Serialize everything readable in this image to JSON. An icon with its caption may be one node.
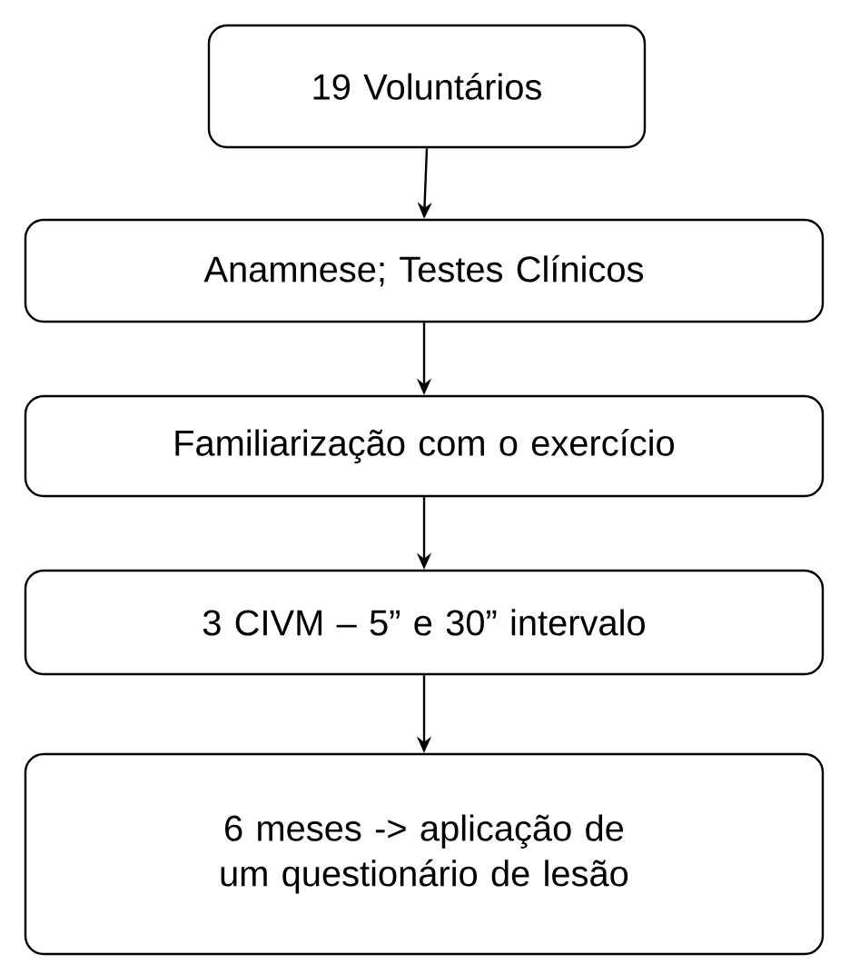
{
  "diagram": {
    "nodes": [
      {
        "text": [
          "19 Voluntários"
        ]
      },
      {
        "text": [
          "Anamnese; Testes Clínicos"
        ]
      },
      {
        "text": [
          "Familiarização com o exercício"
        ]
      },
      {
        "text": [
          "3 CIVM – 5” e 30” intervalo"
        ]
      },
      {
        "text": [
          "6 meses -> aplicação de um questionário de lesão"
        ]
      }
    ],
    "edges": [
      {
        "from": 0,
        "to": 1,
        "arrow": "to"
      },
      {
        "from": 1,
        "to": 2,
        "arrow": "to"
      },
      {
        "from": 2,
        "to": 3,
        "arrow": "to"
      },
      {
        "from": 3,
        "to": 4,
        "arrow": "to"
      }
    ]
  }
}
